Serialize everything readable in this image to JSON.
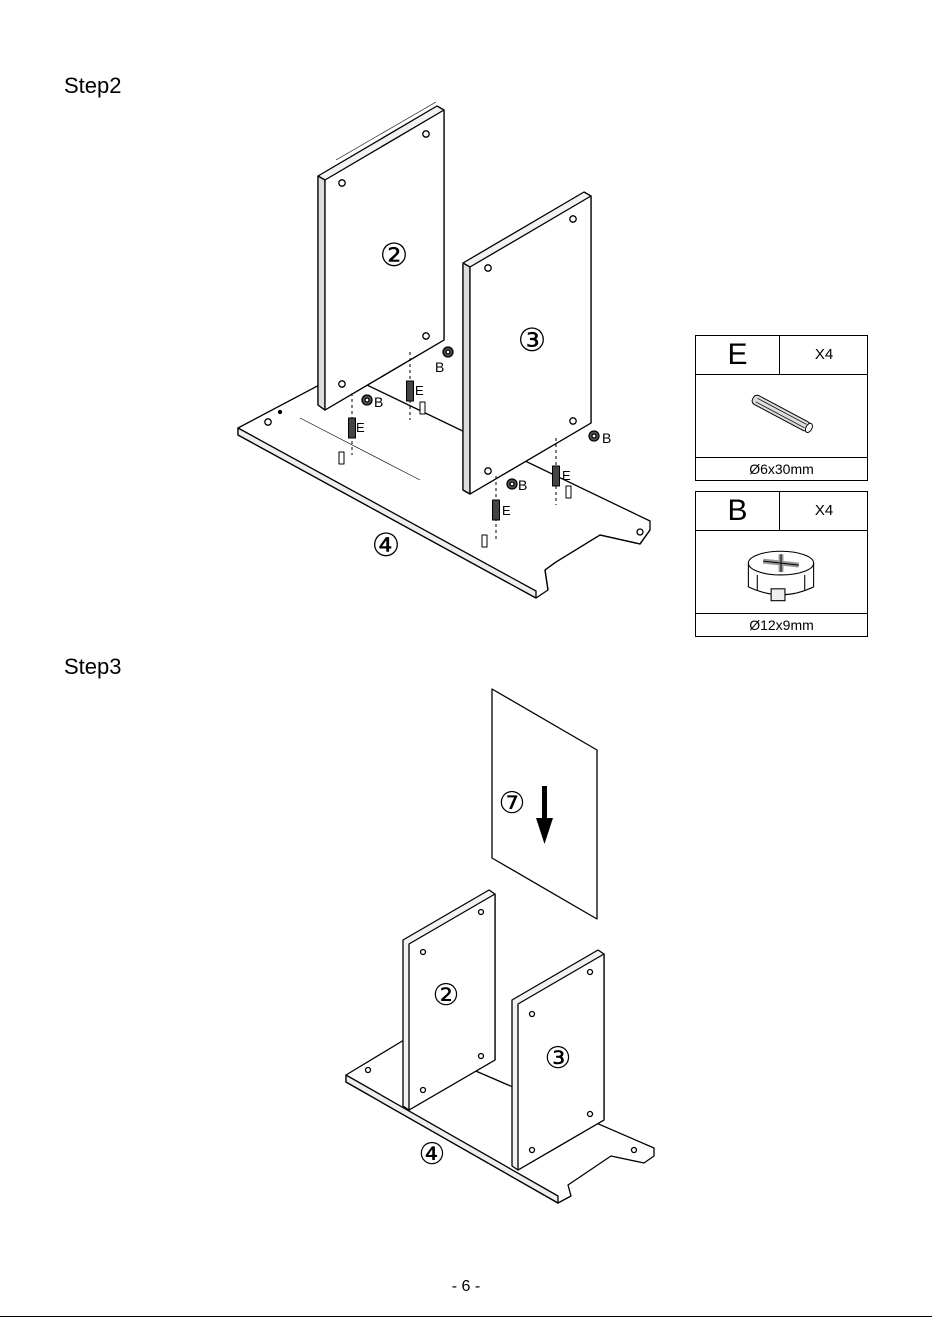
{
  "steps": [
    {
      "title": "Step2"
    },
    {
      "title": "Step3"
    }
  ],
  "step2": {
    "parts": {
      "panel_left": "②",
      "panel_right": "③",
      "base": "④"
    },
    "callouts": {
      "b": "B",
      "e": "E"
    }
  },
  "step3": {
    "parts": {
      "back_panel": "⑦",
      "panel_left": "②",
      "panel_right": "③",
      "base": "④"
    }
  },
  "hardware": [
    {
      "letter": "E",
      "quantity": "X4",
      "size": "Ø6x30mm",
      "icon": "wood-dowel-icon"
    },
    {
      "letter": "B",
      "quantity": "X4",
      "size": "Ø12x9mm",
      "icon": "cam-lock-icon"
    }
  ],
  "page_number": "- 6 -"
}
